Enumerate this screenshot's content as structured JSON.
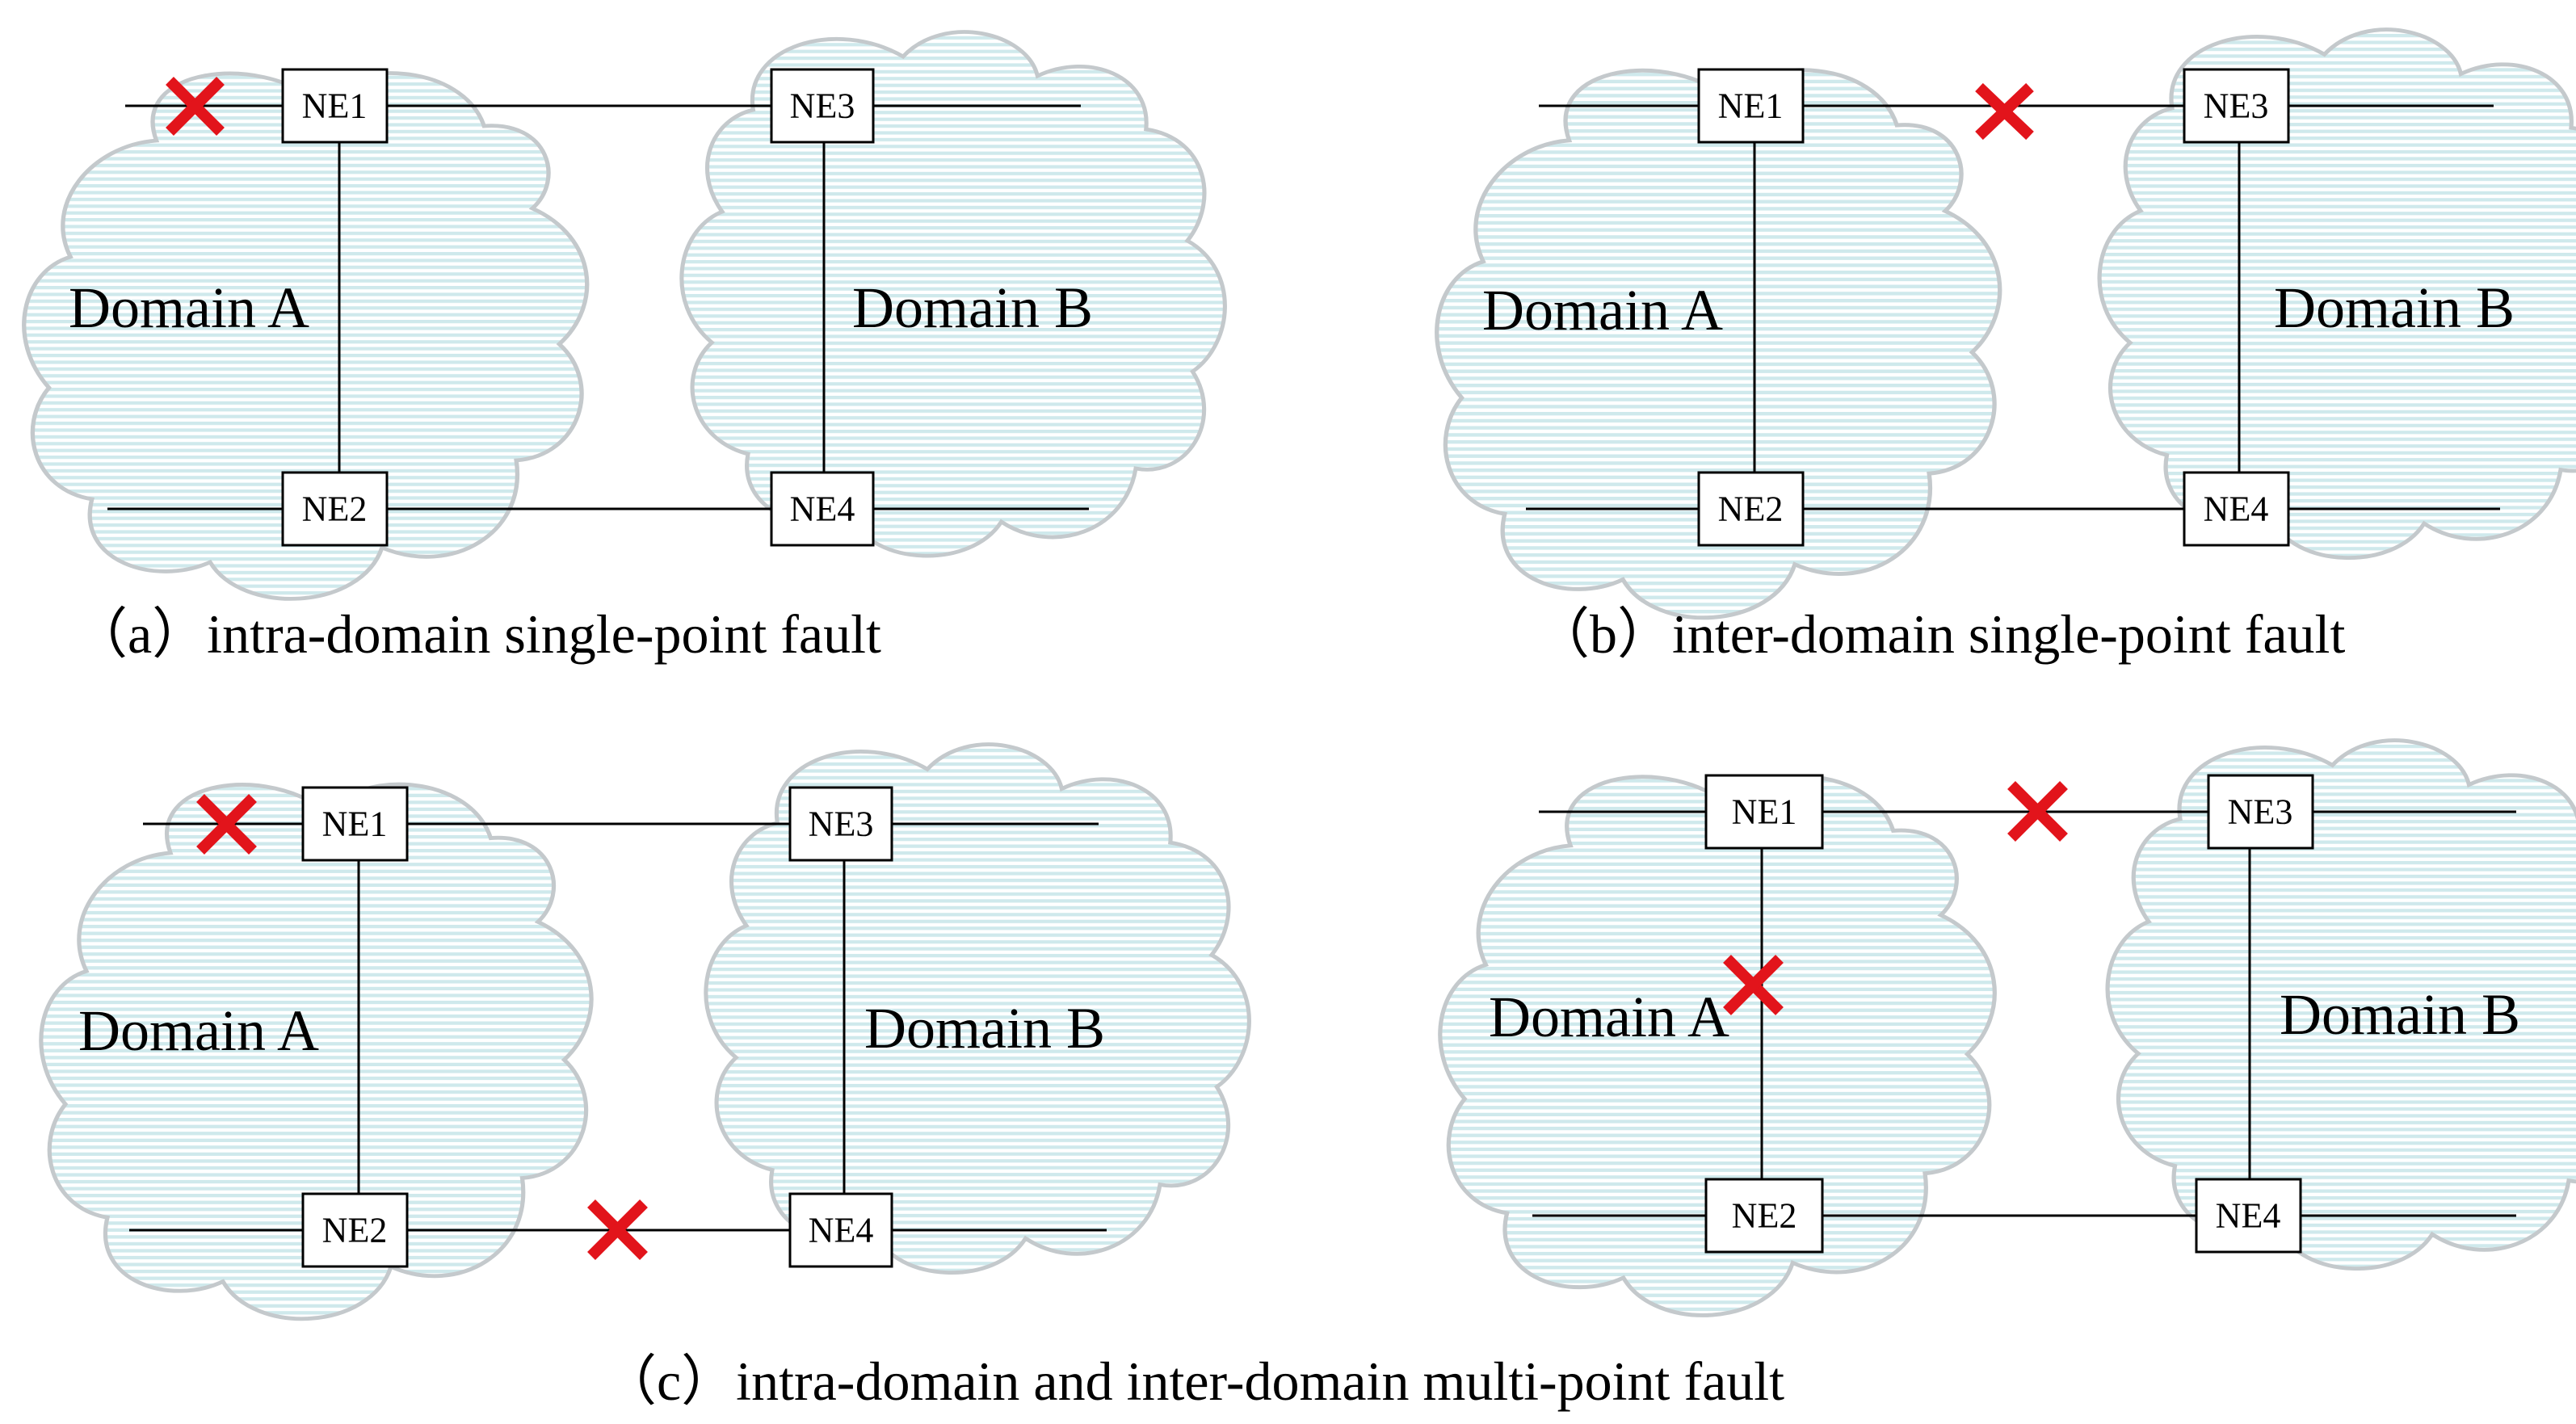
{
  "panels": [
    {
      "id": "a",
      "caption": "（a）intra-domain single-point fault",
      "domains": [
        "Domain A",
        "Domain B"
      ],
      "nodes": [
        "NE1",
        "NE2",
        "NE3",
        "NE4"
      ],
      "faults": [
        "NE1 external link (Domain A)"
      ]
    },
    {
      "id": "b",
      "caption": "（b）inter-domain single-point fault",
      "domains": [
        "Domain A",
        "Domain B"
      ],
      "nodes": [
        "NE1",
        "NE2",
        "NE3",
        "NE4"
      ],
      "faults": [
        "NE1–NE3 link"
      ]
    },
    {
      "id": "c",
      "caption": "（c）intra-domain and inter-domain multi-point fault",
      "domains": [
        "Domain A",
        "Domain B"
      ],
      "nodes": [
        "NE1",
        "NE2",
        "NE3",
        "NE4"
      ],
      "faults": [
        "NE1 external link (Domain A)",
        "NE2–NE4 link"
      ]
    },
    {
      "id": "d",
      "caption": "",
      "domains": [
        "Domain A",
        "Domain B"
      ],
      "nodes": [
        "NE1",
        "NE2",
        "NE3",
        "NE4"
      ],
      "faults": [
        "NE1–NE3 link",
        "NE1–NE2 link"
      ]
    }
  ],
  "colors": {
    "fault": "#e2141b",
    "cloud_fill": "#d7eef0",
    "cloud_outline": "#c4c9cc",
    "line": "#000000"
  }
}
